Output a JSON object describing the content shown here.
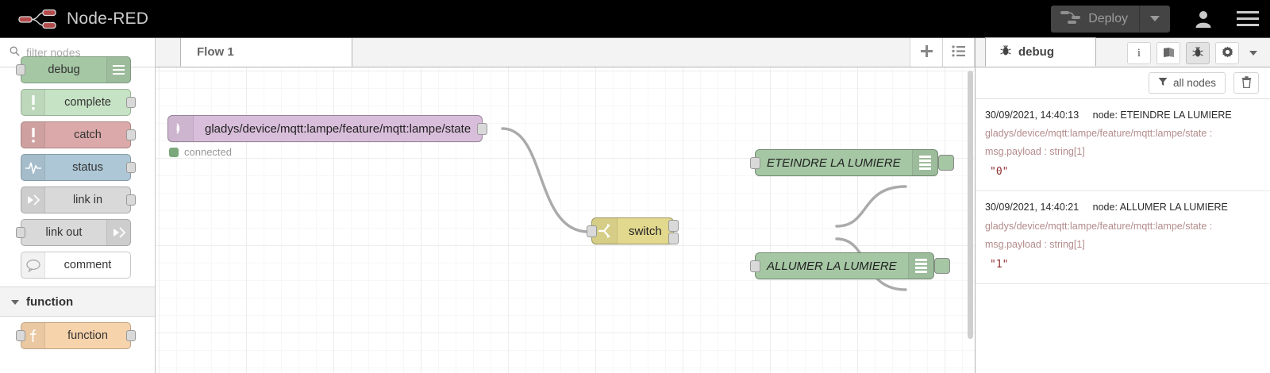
{
  "header": {
    "brand_title": "Node-RED",
    "logo_icon": "node-red-logo-icon",
    "deploy_label": "Deploy",
    "deploy_icon": "deploy-icon",
    "caret_icon": "chevron-down-icon",
    "user_icon": "user-icon",
    "menu_icon": "hamburger-menu-icon"
  },
  "palette": {
    "search_icon": "search-icon",
    "filter_placeholder": "filter nodes",
    "filter_value": "",
    "nodes": [
      {
        "label": "debug",
        "icon": "debug-bars-icon",
        "class": "n-debug",
        "port": "in",
        "icon_side": "right",
        "clipped": true
      },
      {
        "label": "complete",
        "icon": "exclamation-icon",
        "class": "n-complete",
        "port": "out",
        "icon_side": "left",
        "clipped": false
      },
      {
        "label": "catch",
        "icon": "exclamation-icon",
        "class": "n-catch",
        "port": "out",
        "icon_side": "left",
        "clipped": false
      },
      {
        "label": "status",
        "icon": "pulse-icon",
        "class": "n-status",
        "port": "out",
        "icon_side": "left",
        "clipped": false
      },
      {
        "label": "link in",
        "icon": "link-icon",
        "class": "n-linkin",
        "port": "out",
        "icon_side": "left",
        "clipped": false
      },
      {
        "label": "link out",
        "icon": "link-icon",
        "class": "n-linkout",
        "port": "in",
        "icon_side": "right",
        "clipped": false
      },
      {
        "label": "comment",
        "icon": "speech-bubble-icon",
        "class": "n-comment",
        "port": "none",
        "icon_side": "left",
        "clipped": false
      }
    ],
    "category": {
      "label": "function",
      "chevron_icon": "chevron-down-icon"
    },
    "category_nodes": [
      {
        "label": "function",
        "icon": "function-f-icon",
        "class": "n-function",
        "port": "both",
        "icon_side": "left"
      }
    ]
  },
  "workspace": {
    "tab_label": "Flow 1",
    "add_tab_icon": "plus-icon",
    "list_tabs_icon": "list-icon",
    "nodes": {
      "mqtt_in": {
        "label": "gladys/device/mqtt:lampe/feature/mqtt:lampe/state",
        "icon": "mqtt-signal-icon",
        "status": "connected",
        "status_color": "#7aa87a"
      },
      "switch": {
        "label": "switch",
        "icon": "switch-fork-icon"
      },
      "debug_1": {
        "label": "ETEINDRE LA LUMIERE",
        "icon": "debug-bars-icon"
      },
      "debug_2": {
        "label": "ALLUMER LA LUMIERE",
        "icon": "debug-bars-icon"
      }
    }
  },
  "debug_panel": {
    "tab_label": "debug",
    "tab_icon": "bug-icon",
    "tools": [
      {
        "name": "info-icon",
        "glyph": "i",
        "active": false
      },
      {
        "name": "book-icon",
        "glyph": "",
        "active": false
      },
      {
        "name": "bug-icon",
        "glyph": "",
        "active": true
      },
      {
        "name": "gear-icon",
        "glyph": "",
        "active": false
      }
    ],
    "caret_icon": "chevron-down-icon",
    "filter_button": {
      "label": "all nodes",
      "icon": "funnel-icon"
    },
    "clear_button_icon": "trash-icon",
    "messages": [
      {
        "timestamp": "30/09/2021, 14:40:13",
        "node_label": "node: ETEINDRE LA LUMIERE",
        "topic": "gladys/device/mqtt:lampe/feature/mqtt:lampe/state :",
        "property": "msg.payload : string[1]",
        "value": "\"0\""
      },
      {
        "timestamp": "30/09/2021, 14:40:21",
        "node_label": "node: ALLUMER LA LUMIERE",
        "topic": "gladys/device/mqtt:lampe/feature/mqtt:lampe/state :",
        "property": "msg.payload : string[1]",
        "value": "\"1\""
      }
    ]
  },
  "colors": {
    "header_bg": "#000000",
    "mqtt_node": "#d9bedb",
    "switch_node": "#e2d88e",
    "debug_node": "#a5c7a4",
    "catch_node": "#dba9a9",
    "status_node": "#aec7d6",
    "function_node": "#f6d3ab",
    "debug_value_text": "#8c2b2b",
    "debug_topic_text": "#b38b8b"
  }
}
